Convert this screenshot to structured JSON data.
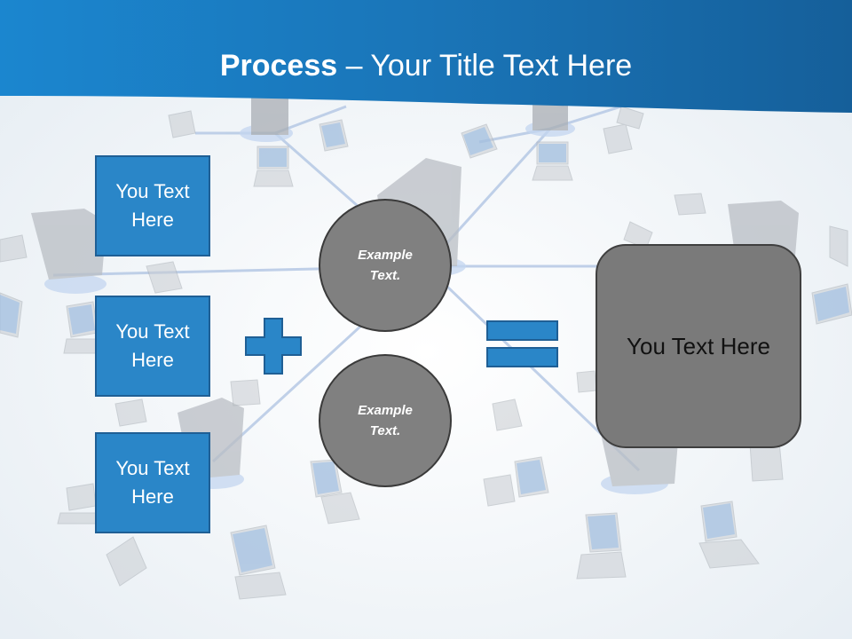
{
  "title": {
    "bold": "Process",
    "rest": " – Your Title Text Here"
  },
  "left_boxes": [
    {
      "label": "You Text Here"
    },
    {
      "label": "You Text Here"
    },
    {
      "label": "You Text Here"
    }
  ],
  "circles": [
    {
      "label": "Example Text."
    },
    {
      "label": "Example Text."
    }
  ],
  "result": {
    "label": "You Text Here"
  },
  "icons": {
    "plus": "plus-icon",
    "equals": "equals-icon"
  },
  "colors": {
    "header_blue": "#1e7fc4",
    "box_blue": "#2a86c8",
    "circle_gray": "#808080",
    "result_gray": "#7a7a7a"
  }
}
